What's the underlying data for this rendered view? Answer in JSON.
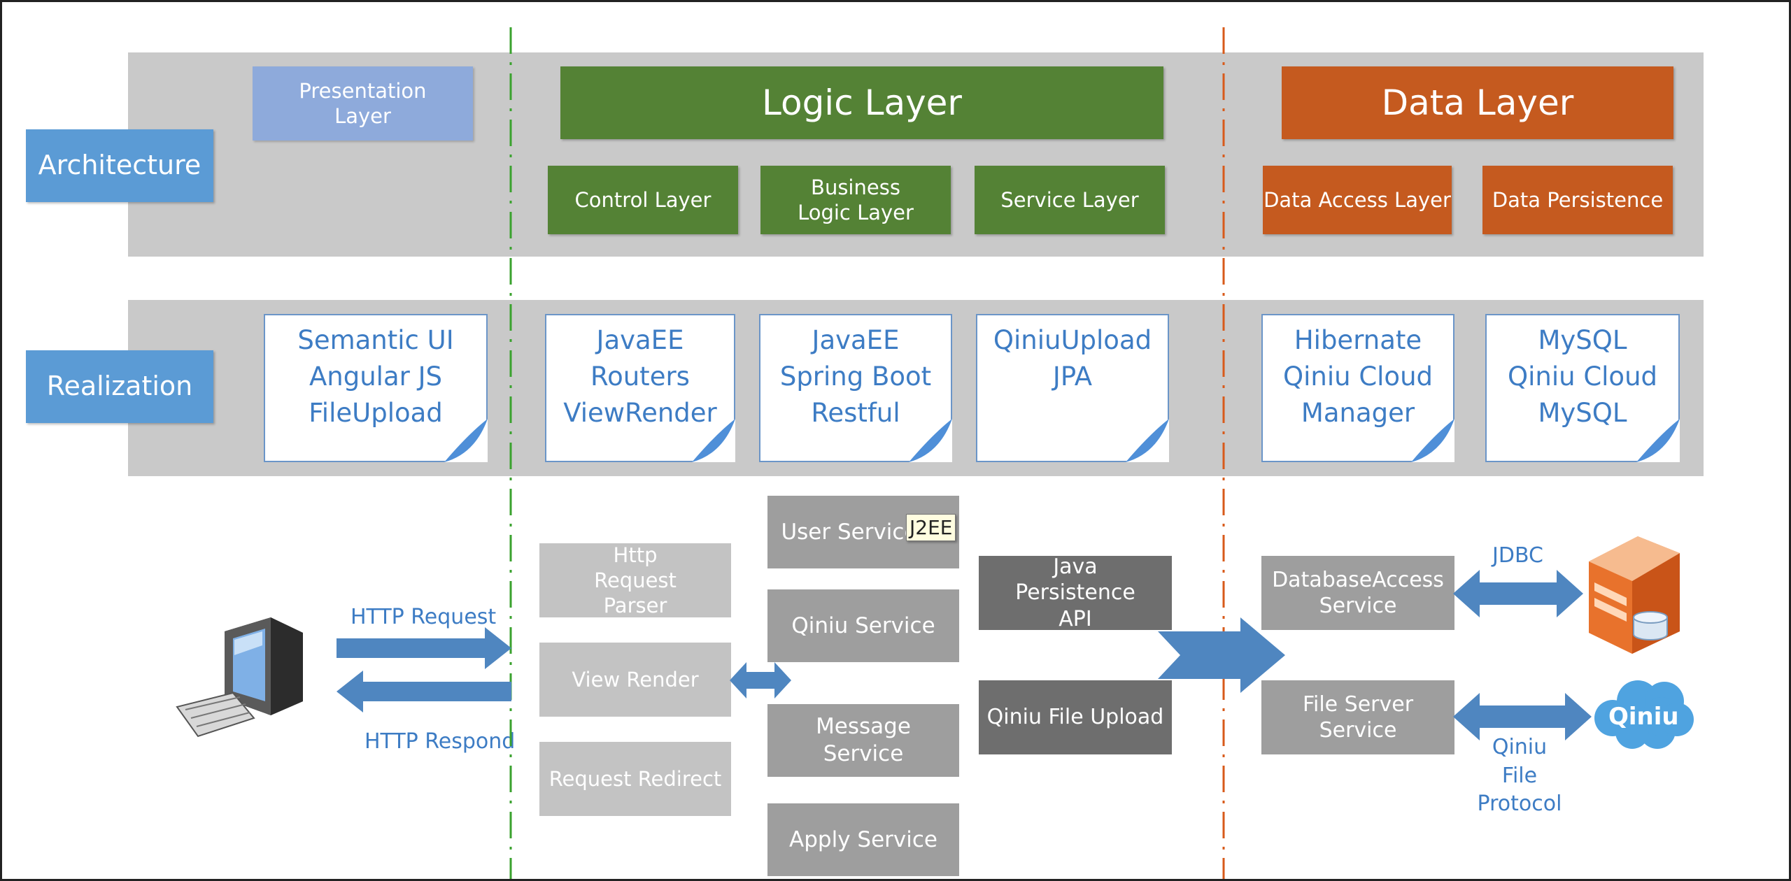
{
  "architecture": {
    "row_label": "Architecture",
    "presentation_layer": "Presentation Layer",
    "logic_layer": "Logic Layer",
    "data_layer": "Data Layer",
    "logic_sublayers": [
      "Control Layer",
      "Business Logic Layer",
      "Service Layer"
    ],
    "data_sublayers": [
      "Data Access Layer",
      "Data Persistence"
    ]
  },
  "realization": {
    "row_label": "Realization",
    "notes": [
      [
        "Semantic UI",
        "Angular JS",
        "FileUpload"
      ],
      [
        "JavaEE",
        "Routers",
        "ViewRender"
      ],
      [
        "JavaEE",
        "Spring Boot",
        "Restful"
      ],
      [
        "QiniuUpload",
        "JPA"
      ],
      [
        "Hibernate",
        "Qiniu Cloud",
        "Manager"
      ],
      [
        "MySQL",
        "Qiniu Cloud",
        "MySQL"
      ]
    ]
  },
  "flow": {
    "http_request": "HTTP Request",
    "http_respond": "HTTP Respond",
    "controllers": [
      "Http Request Parser",
      "View Render",
      "Request Redirect"
    ],
    "services": [
      "User Service",
      "Qiniu Service",
      "Message Service",
      "Apply Service"
    ],
    "tooltip": "J2EE",
    "persistence": [
      "Java Persistence API",
      "Qiniu File Upload"
    ],
    "data_services": [
      "DatabaseAccess Service",
      "File Server Service"
    ],
    "jdbc": "JDBC",
    "qiniu_protocol": "Qiniu File Protocol",
    "qiniu_cloud": "Qiniu"
  },
  "colors": {
    "band": "#c9c9c9",
    "row_label": "#5b9bd5",
    "presentation": "#8eaadb",
    "logic": "#548235",
    "data": "#c55a1f",
    "note_text": "#3d7cc4",
    "arrow": "#4f86c0",
    "divider_green": "#3aa22e",
    "divider_orange": "#d85a1a"
  },
  "icons": [
    "computer-icon",
    "database-server-icon",
    "qiniu-cloud-icon"
  ]
}
